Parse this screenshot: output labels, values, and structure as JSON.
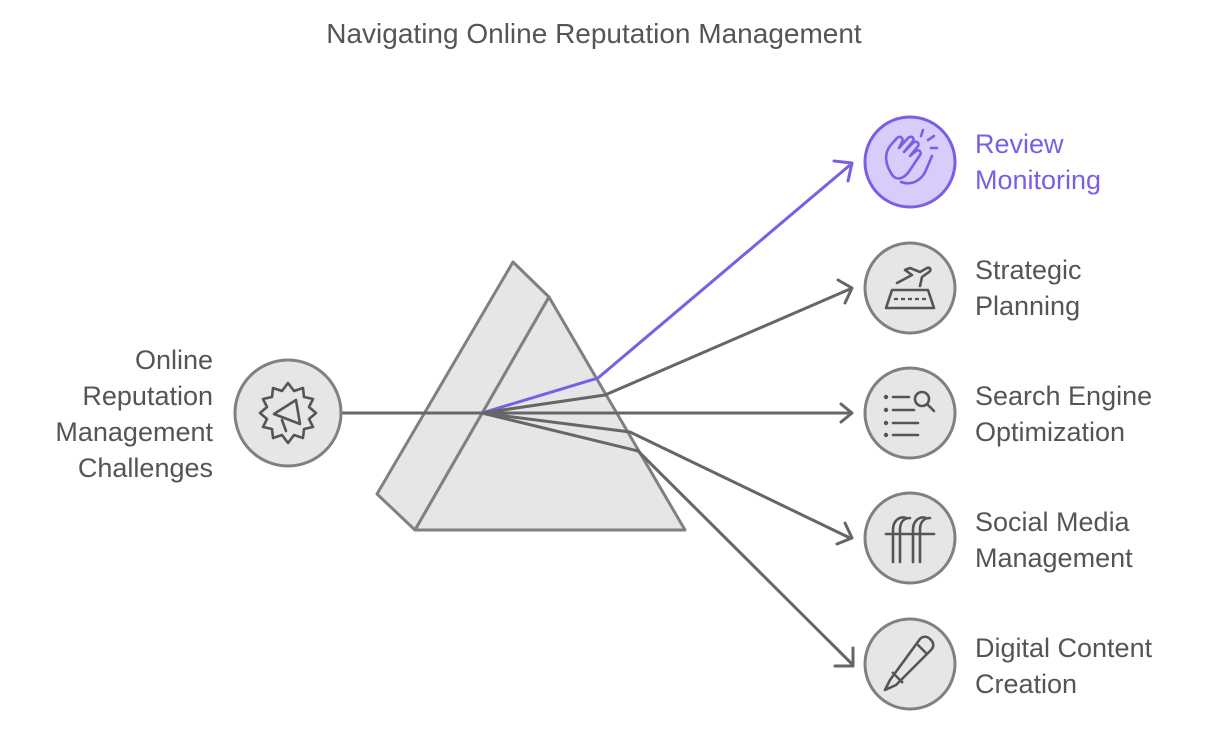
{
  "title": "Navigating Online Reputation Management",
  "colors": {
    "text": "#555555",
    "accent": "#7b5ee6",
    "accent_fill": "#d8cdfa",
    "icon_fill": "#e6e6e6",
    "line": "#666666"
  },
  "source": {
    "label_lines": [
      "Online",
      "Reputation",
      "Management",
      "Challenges"
    ],
    "icon": "gear-megaphone-icon"
  },
  "outputs": [
    {
      "label_lines": [
        "Review",
        "Monitoring"
      ],
      "icon": "clapping-hands-icon",
      "highlighted": true
    },
    {
      "label_lines": [
        "Strategic",
        "Planning"
      ],
      "icon": "airport-runway-icon",
      "highlighted": false
    },
    {
      "label_lines": [
        "Search Engine",
        "Optimization"
      ],
      "icon": "search-list-icon",
      "highlighted": false
    },
    {
      "label_lines": [
        "Social Media",
        "Management"
      ],
      "icon": "ff-ligature-icon",
      "highlighted": false
    },
    {
      "label_lines": [
        "Digital Content",
        "Creation"
      ],
      "icon": "pen-icon",
      "highlighted": false
    }
  ]
}
